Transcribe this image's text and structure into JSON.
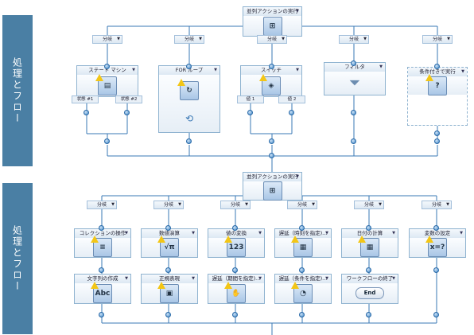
{
  "sections": [
    {
      "sidebar_label": "処理とフロー"
    },
    {
      "sidebar_label": "処理とフロー"
    }
  ],
  "top": {
    "parallel_label": "並列アクションの実行",
    "branch_label": "分岐",
    "activities": [
      {
        "label": "ステート マシン",
        "icon": "state-machine-icon",
        "sub_labels": [
          "状態 #1",
          "状態 #2"
        ]
      },
      {
        "label": "FOR ループ",
        "icon": "for-loop-icon",
        "sub_labels": []
      },
      {
        "label": "スイッチ",
        "icon": "switch-icon",
        "sub_labels": [
          "値 1",
          "値 2"
        ]
      },
      {
        "label": "フィルタ",
        "icon": "filter-icon",
        "sub_labels": []
      },
      {
        "label": "条件付きで実行",
        "icon": "conditional-icon",
        "sub_labels": []
      }
    ]
  },
  "bottom": {
    "parallel_label": "並列アクションの実行",
    "branch_label": "分岐",
    "row1": [
      {
        "label": "コレクションの操作",
        "icon": "collection-icon",
        "glyph": "≡"
      },
      {
        "label": "数値演算",
        "icon": "math-icon",
        "glyph": "√π"
      },
      {
        "label": "値の変換",
        "icon": "convert-icon",
        "glyph": "123"
      },
      {
        "label": "遅延（時刻を指定)...",
        "icon": "delay-time-icon",
        "glyph": "▦"
      },
      {
        "label": "日付の計算",
        "icon": "date-calc-icon",
        "glyph": "▦"
      },
      {
        "label": "変数の設定",
        "icon": "variable-icon",
        "glyph": "x=?"
      }
    ],
    "row2": [
      {
        "label": "文字列の作成",
        "icon": "string-icon",
        "glyph": "Abc"
      },
      {
        "label": "正規表現",
        "icon": "regex-icon",
        "glyph": "▣"
      },
      {
        "label": "遅延（期間を指定)...",
        "icon": "delay-duration-icon",
        "glyph": "✋"
      },
      {
        "label": "遅延（条件を指定)...",
        "icon": "delay-condition-icon",
        "glyph": "◔"
      },
      {
        "label": "ワークフローの終了",
        "icon": "end-workflow-icon",
        "glyph": "End"
      }
    ]
  }
}
